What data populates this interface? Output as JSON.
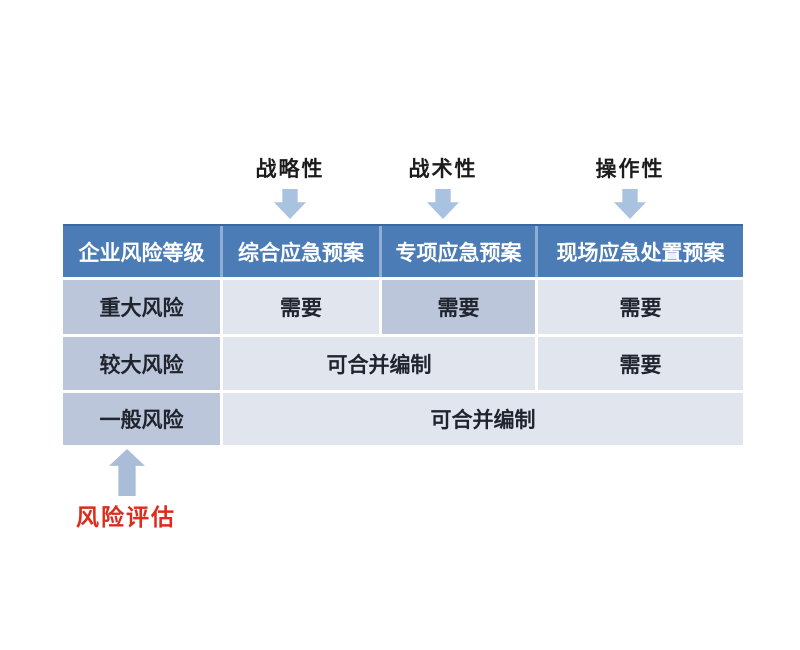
{
  "annotations": {
    "top_labels": [
      {
        "label": "战略性"
      },
      {
        "label": "战术性"
      },
      {
        "label": "操作性"
      }
    ],
    "bottom_label": "风险评估"
  },
  "table": {
    "headers": [
      "企业风险等级",
      "综合应急预案",
      "专项应急预案",
      "现场应急处置预案"
    ],
    "rows": [
      {
        "level": "重大风险",
        "cells": [
          "需要",
          "需要",
          "需要"
        ]
      },
      {
        "level": "较大风险",
        "cells": [
          "可合并编制",
          "需要"
        ]
      },
      {
        "level": "一般风险",
        "cells": [
          "可合并编制"
        ]
      }
    ]
  },
  "colors": {
    "header_bg": "#4c7cb6",
    "header_top_edge": "#3b68a3",
    "accent_cell_bg": "#bcc6da",
    "light_cell_bg": "#e1e5ee",
    "down_arrow": "#a9c2df",
    "up_arrow": "#a9bdd9",
    "red_label": "#dd2b1c",
    "header_text": "#ffffff",
    "body_text": "#20242e"
  }
}
